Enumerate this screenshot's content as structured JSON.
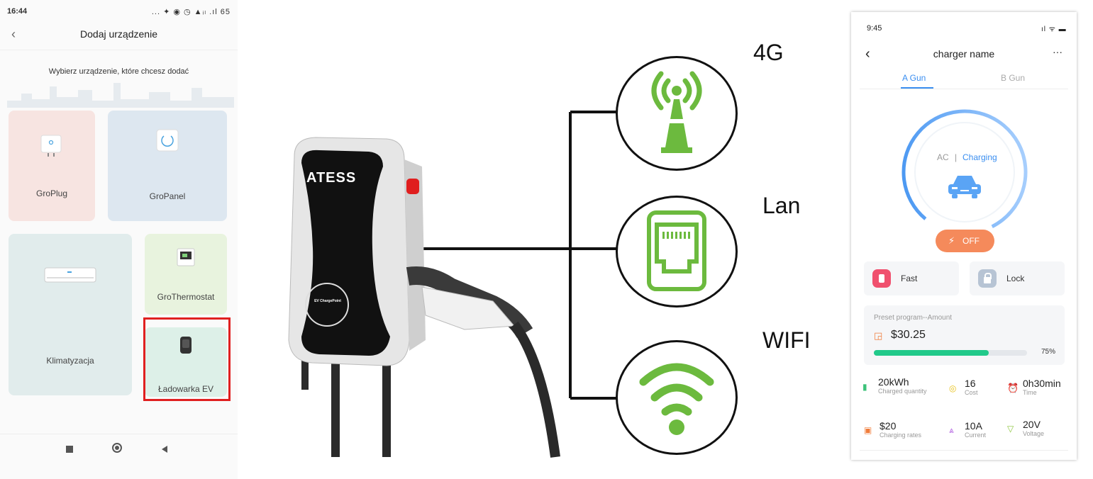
{
  "left_phone": {
    "status": {
      "time": "16:44",
      "icons": "... ✦ ◉ ◷ ▲ᵢₗ .ıl 65"
    },
    "title": "Dodaj urządzenie",
    "subtitle": "Wybierz urządzenie, które chcesz dodać",
    "devices": [
      {
        "label": "GroPlug",
        "color": "#f7e4e1"
      },
      {
        "label": "GroPanel",
        "color": "#dde7f0"
      },
      {
        "label": "Klimatyzacja",
        "color": "#e1ecec"
      },
      {
        "label": "GroThermostat",
        "color": "#e8f3de"
      },
      {
        "label": "Ładowarka EV",
        "color": "#ddf0e8"
      }
    ],
    "highlight_color": "#e02020"
  },
  "middle": {
    "brand": "ATESS",
    "charger_screen_text": "EV ChargePoint",
    "connections": [
      {
        "label": "4G",
        "icon": "antenna-icon"
      },
      {
        "label": "Lan",
        "icon": "ethernet-port-icon"
      },
      {
        "label": "WIFI",
        "icon": "wifi-icon"
      }
    ],
    "icon_color": "#6cba3e"
  },
  "right_phone": {
    "status_time": "9:45",
    "title": "charger name",
    "more": "···",
    "tabs": [
      "A Gun",
      "B Gun"
    ],
    "mode": "AC",
    "separator": "|",
    "state": "Charging",
    "off_button": "OFF",
    "fast_label": "Fast",
    "lock_label": "Lock",
    "preset_label": "Preset program--Amount",
    "amount": "$30.25",
    "progress": 75,
    "progress_text": "75%",
    "stats": [
      {
        "value": "20kWh",
        "label": "Charged quantity",
        "icon": "battery-icon",
        "color": "#3cc27a"
      },
      {
        "value": "16",
        "label": "Cost",
        "icon": "coin-icon",
        "color": "#e8c21c"
      },
      {
        "value": "0h30min",
        "label": "Time",
        "icon": "clock-icon",
        "color": "#3a8ef0"
      },
      {
        "value": "$20",
        "label": "Charging rates",
        "icon": "rates-icon",
        "color": "#f07c3a"
      },
      {
        "value": "10A",
        "label": "Current",
        "icon": "current-icon",
        "color": "#b05ce0"
      },
      {
        "value": "20V",
        "label": "Voltage",
        "icon": "voltage-icon",
        "color": "#8cc63c"
      }
    ],
    "accent": "#3a8ef0",
    "progress_color": "#21c98a",
    "off_color": "#f58a5b"
  }
}
